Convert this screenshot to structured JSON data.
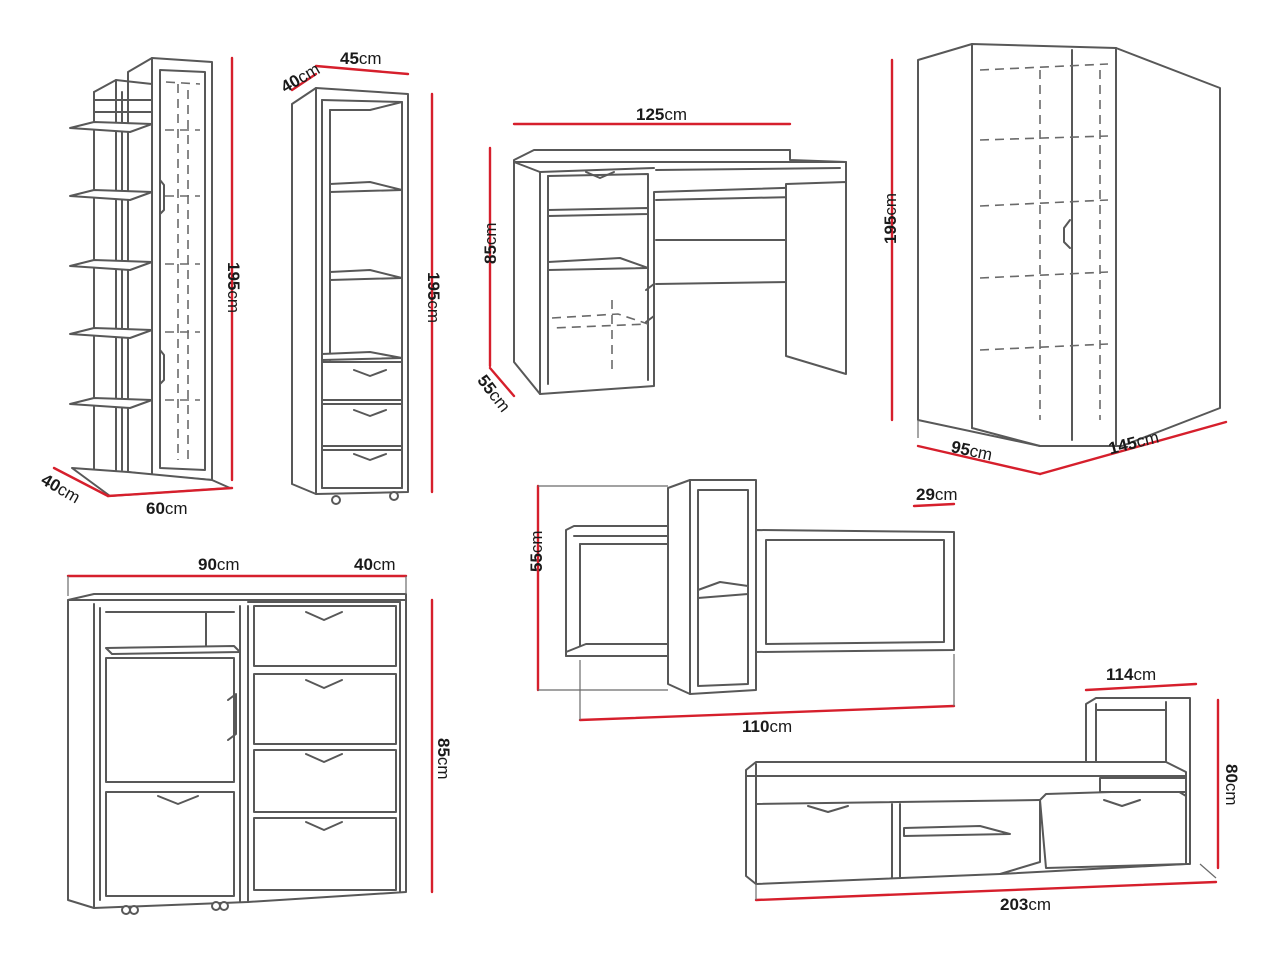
{
  "unit": "cm",
  "colors": {
    "dimension_line": "#d61f2c",
    "outline": "#585858",
    "background": "#ffffff"
  },
  "items": [
    {
      "id": "bookshelf",
      "dims": [
        {
          "value": "40",
          "unit": "cm"
        },
        {
          "value": "60",
          "unit": "cm"
        },
        {
          "value": "195",
          "unit": "cm"
        }
      ]
    },
    {
      "id": "tall-cabinet",
      "dims": [
        {
          "value": "40",
          "unit": "cm"
        },
        {
          "value": "45",
          "unit": "cm"
        },
        {
          "value": "195",
          "unit": "cm"
        }
      ]
    },
    {
      "id": "desk",
      "dims": [
        {
          "value": "125",
          "unit": "cm"
        },
        {
          "value": "85",
          "unit": "cm"
        },
        {
          "value": "55",
          "unit": "cm"
        }
      ]
    },
    {
      "id": "corner-wardrobe",
      "dims": [
        {
          "value": "195",
          "unit": "cm"
        },
        {
          "value": "95",
          "unit": "cm"
        },
        {
          "value": "145",
          "unit": "cm"
        }
      ]
    },
    {
      "id": "wall-shelf",
      "dims": [
        {
          "value": "29",
          "unit": "cm"
        },
        {
          "value": "55",
          "unit": "cm"
        },
        {
          "value": "110",
          "unit": "cm"
        }
      ]
    },
    {
      "id": "chest-of-drawers",
      "dims": [
        {
          "value": "90",
          "unit": "cm"
        },
        {
          "value": "40",
          "unit": "cm"
        },
        {
          "value": "85",
          "unit": "cm"
        }
      ]
    },
    {
      "id": "bed",
      "dims": [
        {
          "value": "114",
          "unit": "cm"
        },
        {
          "value": "80",
          "unit": "cm"
        },
        {
          "value": "203",
          "unit": "cm"
        }
      ]
    }
  ]
}
